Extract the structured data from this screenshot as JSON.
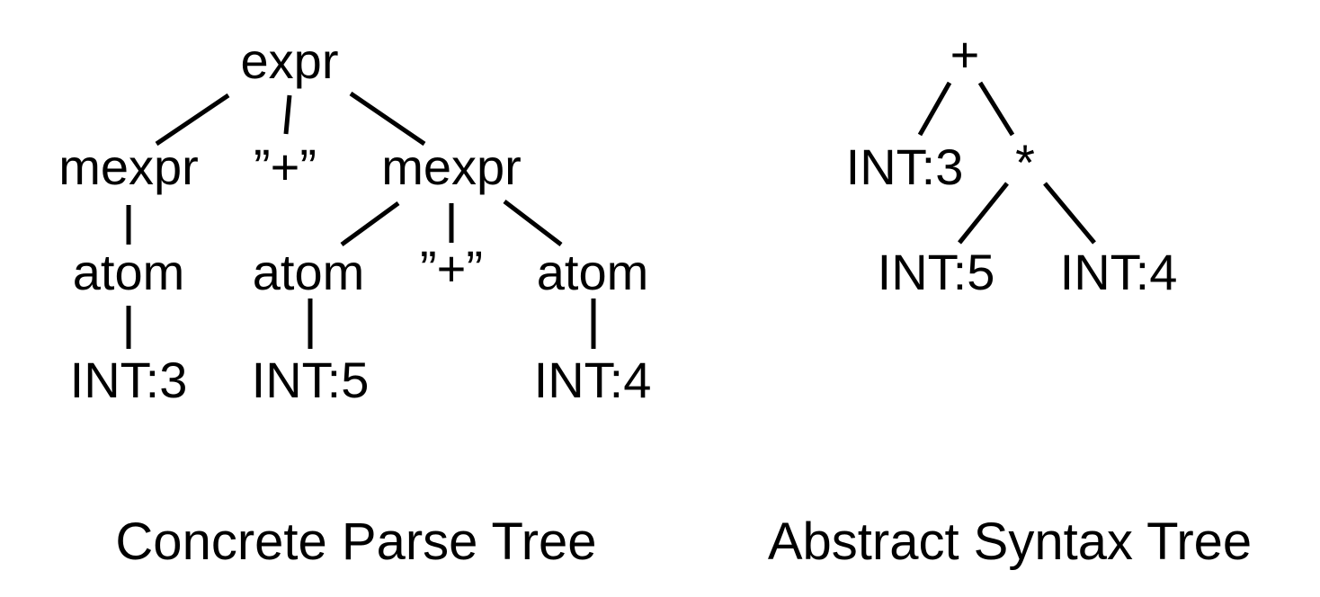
{
  "concrete_tree": {
    "caption": "Concrete Parse Tree",
    "nodes": {
      "root": "expr",
      "mexpr_left": "mexpr",
      "plus_top": "”+”",
      "mexpr_right": "mexpr",
      "atom_1": "atom",
      "atom_2": "atom",
      "plus_mid": "”+”",
      "atom_3": "atom",
      "int_3": "INT:3",
      "int_5": "INT:5",
      "int_4": "INT:4"
    }
  },
  "abstract_tree": {
    "caption": "Abstract Syntax Tree",
    "nodes": {
      "plus": "+",
      "int_3": "INT:3",
      "times": "*",
      "int_5": "INT:5",
      "int_4": "INT:4"
    }
  }
}
